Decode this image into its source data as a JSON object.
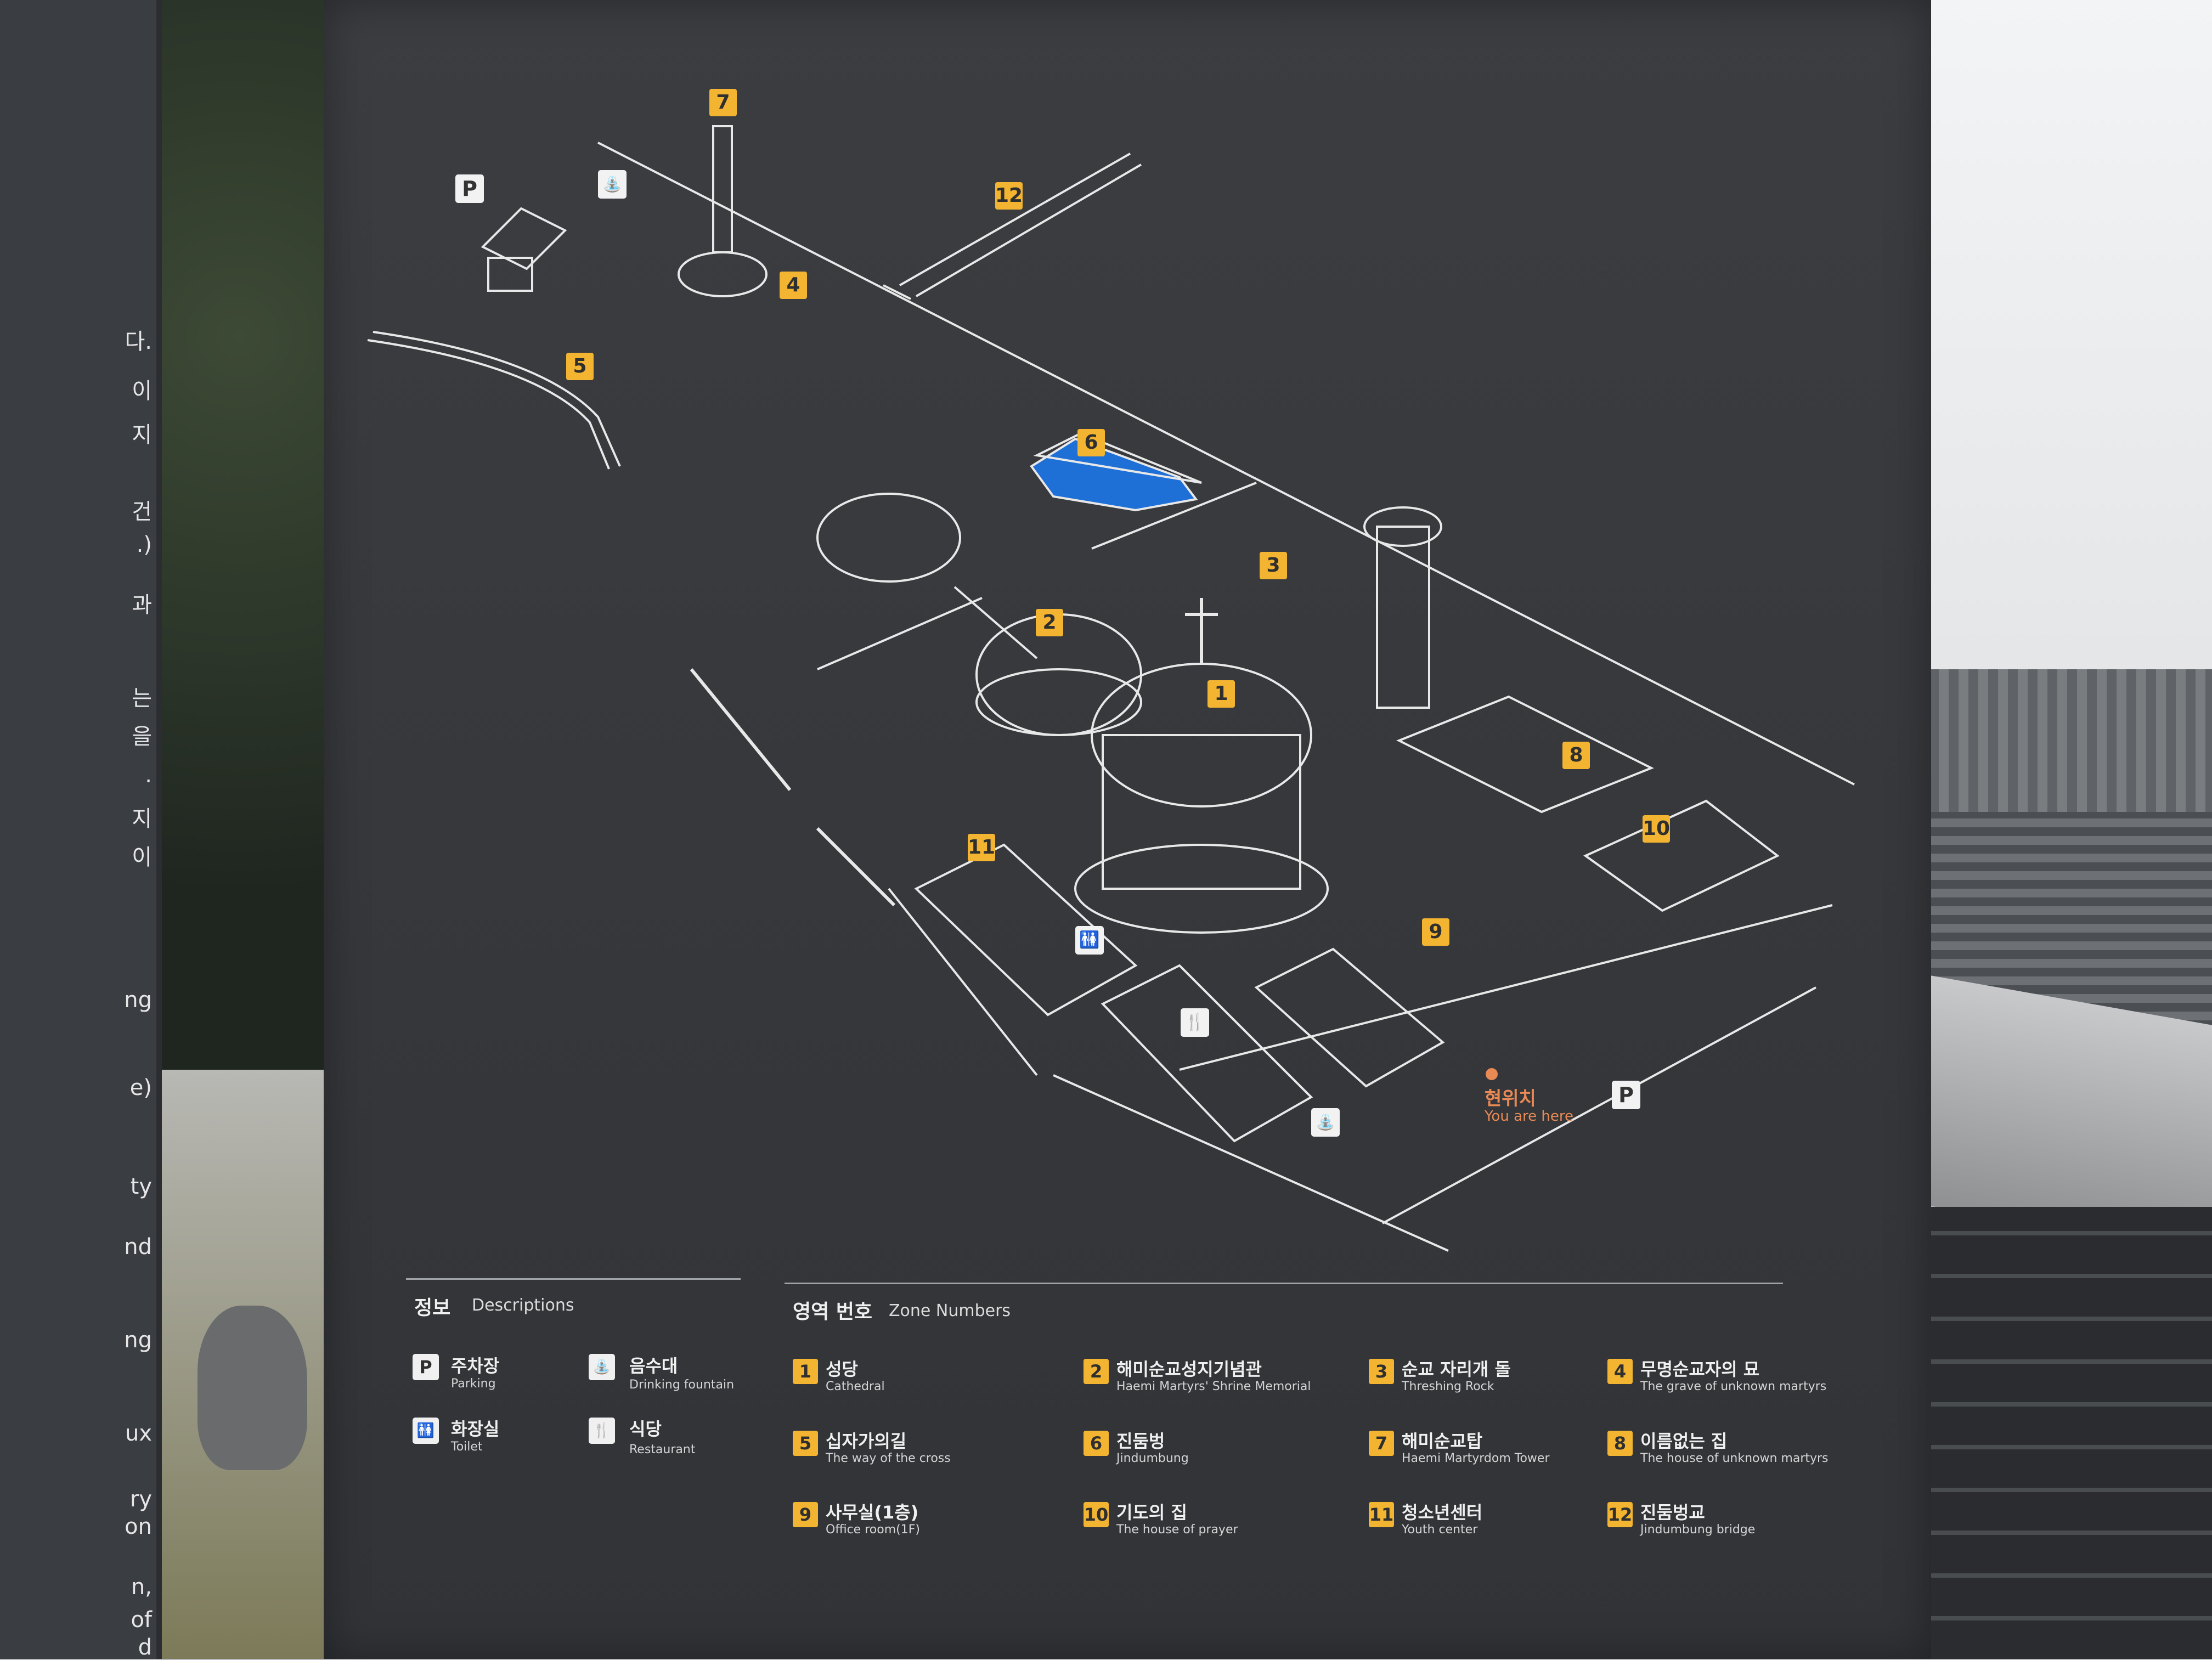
{
  "left_panel_fragments": [
    "다.",
    "이",
    "지",
    "건",
    ".)",
    "과",
    "는",
    "을",
    ".",
    "지",
    "이",
    "ng",
    "e)",
    "ty",
    "nd",
    "ng",
    "ux",
    "ry",
    "on",
    "n,",
    "of",
    "d"
  ],
  "map": {
    "zone_markers": [
      "1",
      "2",
      "3",
      "4",
      "5",
      "6",
      "7",
      "8",
      "9",
      "10",
      "11",
      "12"
    ],
    "parking_label": "P",
    "you_are_here": {
      "ko": "현위치",
      "en": "You are here"
    },
    "icons": [
      "parking-icon",
      "drinking-fountain-icon",
      "toilet-icon",
      "restaurant-icon"
    ]
  },
  "legend": {
    "descriptions": {
      "title_ko": "정보",
      "title_en": "Descriptions",
      "items": [
        {
          "icon": "P",
          "ko": "주차장",
          "en": "Parking"
        },
        {
          "icon": "⛲",
          "ko": "음수대",
          "en": "Drinking fountain"
        },
        {
          "icon": "🚻",
          "ko": "화장실",
          "en": "Toilet"
        },
        {
          "icon": "🍴",
          "ko": "식당",
          "en": "Restaurant"
        }
      ]
    },
    "zones": {
      "title_ko": "영역 번호",
      "title_en": "Zone Numbers",
      "items": [
        {
          "num": "1",
          "ko": "성당",
          "en": "Cathedral"
        },
        {
          "num": "2",
          "ko": "해미순교성지기념관",
          "en": "Haemi Martyrs' Shrine Memorial"
        },
        {
          "num": "3",
          "ko": "순교 자리개 돌",
          "en": "Threshing Rock"
        },
        {
          "num": "4",
          "ko": "무명순교자의 묘",
          "en": "The grave of unknown martyrs"
        },
        {
          "num": "5",
          "ko": "십자가의길",
          "en": "The way of the cross"
        },
        {
          "num": "6",
          "ko": "진둠벙",
          "en": "Jindumbung"
        },
        {
          "num": "7",
          "ko": "해미순교탑",
          "en": "Haemi Martyrdom Tower"
        },
        {
          "num": "8",
          "ko": "이름없는 집",
          "en": "The house of unknown martyrs"
        },
        {
          "num": "9",
          "ko": "사무실(1층)",
          "en": "Office room(1F)"
        },
        {
          "num": "10",
          "ko": "기도의 집",
          "en": "The house of prayer"
        },
        {
          "num": "11",
          "ko": "청소년센터",
          "en": "Youth center"
        },
        {
          "num": "12",
          "ko": "진둠벙교",
          "en": "Jindumbung bridge"
        }
      ]
    }
  },
  "colors": {
    "board": "#37393d",
    "accent": "#f2b431",
    "line": "#e8e8e8",
    "here": "#e98a55",
    "pond": "#1e6fd6"
  }
}
